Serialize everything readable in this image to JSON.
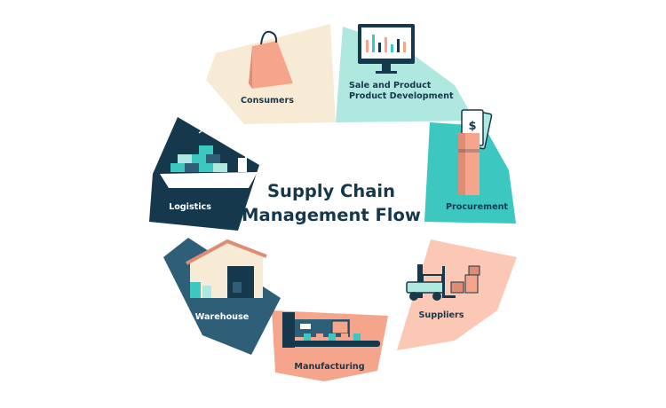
{
  "title": {
    "line1": "Supply Chain",
    "line2": "Management Flow"
  },
  "segments": [
    {
      "id": "consumers",
      "label_lines": [
        "Consumers"
      ],
      "icon": "shopping-bag-icon",
      "fill": "#f8ebd6",
      "text_color": "#16384d"
    },
    {
      "id": "sale-product",
      "label_lines": [
        "Sale and Product",
        "Product Development"
      ],
      "icon": "monitor-dashboard-icon",
      "fill": "#aee8de",
      "text_color": "#16384d"
    },
    {
      "id": "procurement",
      "label_lines": [
        "Procurement"
      ],
      "icon": "money-stack-icon",
      "fill": "#3cc7c1",
      "text_color": "#16384d"
    },
    {
      "id": "suppliers",
      "label_lines": [
        "Suppliers"
      ],
      "icon": "forklift-icon",
      "fill": "#fac8b4",
      "text_color": "#16384d"
    },
    {
      "id": "manufacturing",
      "label_lines": [
        "Manufacturing"
      ],
      "icon": "conveyor-machine-icon",
      "fill": "#f5a58c",
      "text_color": "#16384d"
    },
    {
      "id": "warehouse",
      "label_lines": [
        "Warehouse"
      ],
      "icon": "warehouse-icon",
      "fill": "#2f5f78",
      "text_color": "#ffffff"
    },
    {
      "id": "logistics",
      "label_lines": [
        "Logistics"
      ],
      "icon": "cargo-ship-icon",
      "fill": "#16384d",
      "text_color": "#ffffff"
    }
  ]
}
